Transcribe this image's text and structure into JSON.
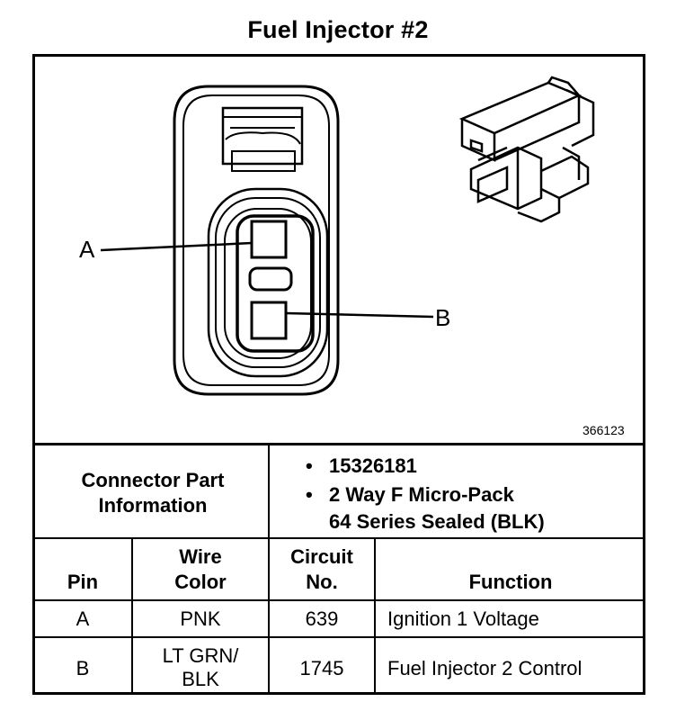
{
  "title": "Fuel Injector #2",
  "figure_id": "366123",
  "pin_labels": {
    "a": "A",
    "b": "B"
  },
  "connector_part_info": {
    "label_line1": "Connector Part",
    "label_line2": "Information",
    "part_number": "15326181",
    "description_line1": "2 Way F Micro-Pack",
    "description_line2": "64 Series Sealed (BLK)"
  },
  "table": {
    "headers": {
      "pin": "Pin",
      "wire_color_line1": "Wire",
      "wire_color_line2": "Color",
      "circuit_line1": "Circuit",
      "circuit_line2": "No.",
      "function": "Function"
    },
    "rows": [
      {
        "pin": "A",
        "wire_line1": "PNK",
        "wire_line2": "",
        "circuit": "639",
        "function": "Ignition 1 Voltage"
      },
      {
        "pin": "B",
        "wire_line1": "LT GRN/",
        "wire_line2": "BLK",
        "circuit": "1745",
        "function": "Fuel Injector 2 Control"
      }
    ]
  }
}
